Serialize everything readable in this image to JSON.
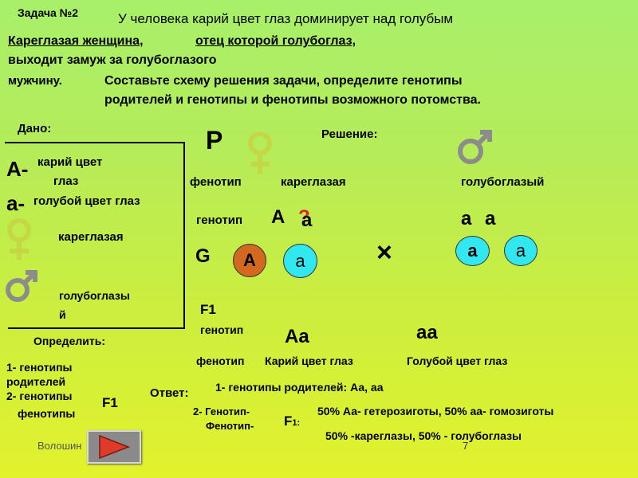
{
  "task": {
    "label": "Задача №2",
    "dominance": "У человека карий цвет глаз доминирует над голубым",
    "cond_1a": "Кареглазая женщина,",
    "cond_1b": "отец которой голубоглаз,",
    "cond_2": "выходит замуж за голубоглазого",
    "cond_3": "мужчину.",
    "instr_1": "Составьте схему решения задачи, определите генотипы",
    "instr_2": "родителей и генотипы и фенотипы возможного потомства."
  },
  "given": {
    "title": "Дано:",
    "A_symbol": "A-",
    "A_text_1": "карий цвет",
    "A_text_2": "глаз",
    "a_symbol": "a-",
    "a_text": "голубой цвет глаз",
    "female_text": "кареглазая",
    "male_text_1": "голубоглазы",
    "male_text_2": "й"
  },
  "determine": {
    "title": "Определить:",
    "item1_a": "1- генотипы",
    "item1_b": "родителей",
    "item2_a": "2- генотипы",
    "item2_b": "фенотипы",
    "f1": "F1"
  },
  "solution": {
    "title": "Решение:",
    "P": "P",
    "phenotype_label": "фенотип",
    "female_pheno": "кареглазая",
    "male_pheno": "голубоглазый",
    "genotype_label": "генотип",
    "female_g1": "A",
    "female_g2": "a",
    "female_q": "?",
    "male_g1": "a",
    "male_g2": "a",
    "G": "G",
    "gam_A": "A",
    "gam_a1": "a",
    "cross": "×",
    "gam_a2": "a",
    "gam_a3": "a",
    "F1": "F1",
    "f1_genotype_label": "генотип",
    "f1_g1": "Aa",
    "f1_g2": "aa",
    "f1_pheno_label": "фенотип",
    "f1_p1": "Карий цвет глаз",
    "f1_p2": "Голубой цвет глаз"
  },
  "answer": {
    "title": "Ответ:",
    "line1": "1- генотипы родителей: Аа,   аа",
    "line2_a": "2- Генотип-",
    "line2_b": "Фенотип-",
    "f1": "F",
    "f1_sub": "1:",
    "res1": "50% Аа- гетерозиготы, 50% аа- гомозиготы",
    "res2": "50% -кареглазы, 50% - голубоглазы"
  },
  "footer": {
    "author": "Волошин",
    "page": "7"
  },
  "colors": {
    "female_symbol": "#c4d846",
    "male_symbol": "#8c8c8c",
    "gamete_A": "#d2691e",
    "gamete_a": "#32e8f0",
    "question": "#e02020",
    "nav_button": "#8a8a8a",
    "nav_arrow": "#e03a2a"
  }
}
